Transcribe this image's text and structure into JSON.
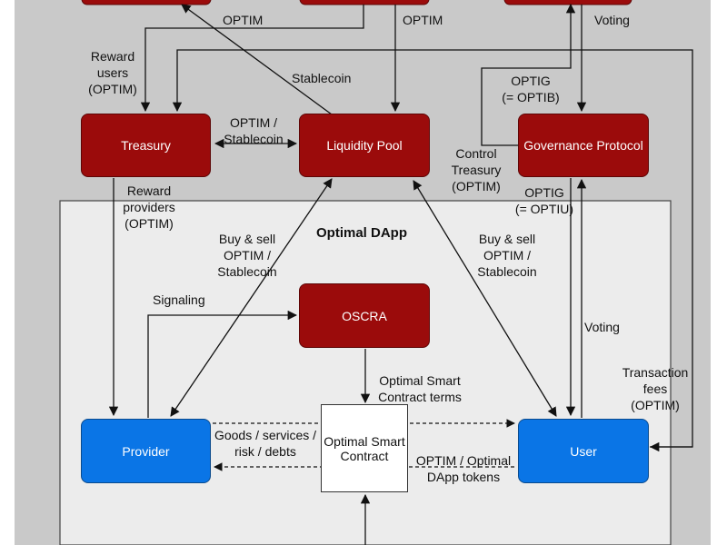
{
  "labels": {
    "optim_1": "OPTIM",
    "optim_2": "OPTIM",
    "voting_top": "Voting",
    "reward_users": "Reward\nusers\n(OPTIM)",
    "stablecoin": "Stablecoin",
    "optig_optib": "OPTIG\n(= OPTIB)",
    "optim_stablecoin": "OPTIM /\nStablecoin",
    "control_treasury": "Control\nTreasury\n(OPTIM)",
    "reward_providers": "Reward\nproviders\n(OPTIM)",
    "optig_optiu": "OPTIG\n(= OPTIU)",
    "dapp_title": "Optimal DApp",
    "buy_sell_left": "Buy & sell\nOPTIM /\nStablecoin",
    "buy_sell_right": "Buy & sell\nOPTIM /\nStablecoin",
    "signaling": "Signaling",
    "voting_inner": "Voting",
    "transaction_fees": "Transaction\nfees\n(OPTIM)",
    "osc_terms": "Optimal Smart\nContract terms",
    "goods": "Goods / services /\nrisk / debts",
    "optim_optimal": "OPTIM / Optimal\nDApp tokens"
  },
  "nodes": {
    "treasury": "Treasury",
    "liquidity_pool": "Liquidity Pool",
    "governance": "Governance Protocol",
    "oscra": "OSCRA",
    "provider": "Provider",
    "user": "User",
    "smart_contract": "Optimal Smart\nContract"
  },
  "colors": {
    "outer_bg": "#c9c9c9",
    "dapp_bg": "#ececec",
    "red_node": "#9b0b0b",
    "blue_node": "#0a75e6",
    "line": "#111111"
  }
}
